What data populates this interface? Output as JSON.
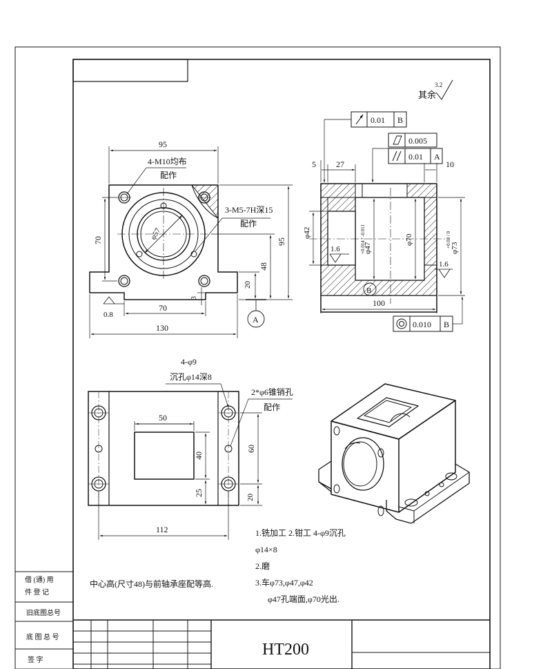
{
  "labels": {
    "surface_rest": "其余",
    "roughness_32": "3.2",
    "hole_m10_line1": "4-M10均布",
    "hole_m10_line2": "配作",
    "hole_m5_line1": "3-M5-7H深15",
    "hole_m5_line2": "配作",
    "dim_95_top": "95",
    "dim_95_right": "95",
    "dim_70_left": "70",
    "dim_70_bottom": "70",
    "dim_130": "130",
    "dim_48": "48",
    "dim_20": "20",
    "dim_3": "3",
    "dim_phi57": "φ57",
    "roughness_08": "0.8",
    "datum_a": "A",
    "datum_b": "B",
    "dim_5": "5",
    "dim_27": "27",
    "dim_10": "10",
    "dim_100": "100",
    "dim_phi42": "φ42",
    "dim_phi47": "φ47",
    "dim_phi47_tol": "+0.014 / -0.011",
    "dim_phi70": "φ70",
    "dim_phi73": "φ73",
    "dim_phi73_tol": "+0.03 / 0",
    "roughness_16_a": "1.6",
    "roughness_16_b": "1.6",
    "tol_runout": "0.01",
    "tol_flat": "0.005",
    "tol_parallel": "0.01",
    "tol_conc": "0.010",
    "hole_phi9_line1": "4-φ9",
    "hole_phi9_line2": "沉孔φ14深8",
    "pin_line1": "2*φ6锥销孔",
    "pin_line2": "配作",
    "dim_50": "50",
    "dim_40": "40",
    "dim_60": "60",
    "dim_25": "25",
    "dim_20_b": "20",
    "dim_112": "112",
    "note_center": "中心高(尺寸48)与前轴承座配等高.",
    "step1": "1.铣加工  2.钳工 4-φ9沉孔",
    "step1b": "φ14×8",
    "step2": "2.磨",
    "step3": "3.车φ73,φ47,φ42",
    "step3b": "φ47孔端面,φ70光出.",
    "side_borrow_1": "借 (通) 用",
    "side_borrow_2": "件 登 记",
    "side_old": "旧底图总号",
    "side_base": "底 图 总 号",
    "side_sign": "签    字",
    "material": "HT200"
  }
}
